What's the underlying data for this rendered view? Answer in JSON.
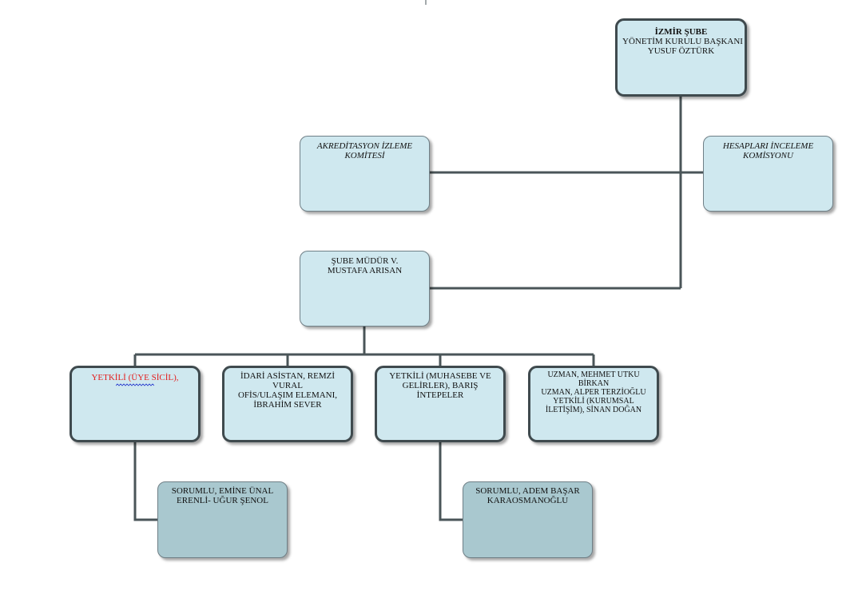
{
  "boxes": {
    "top": {
      "line1": "İZMİR ŞUBE",
      "line2": "YÖNETİM KURULU BAŞKANI",
      "line3": "YUSUF ÖZTÜRK"
    },
    "akreditasyon": {
      "line1": "AKREDİTASYON İZLEME",
      "line2": "KOMİTESİ"
    },
    "hesaplari": {
      "line1": "HESAPLARI İNCELEME",
      "line2": "KOMİSYONU"
    },
    "sube_mudur": {
      "line1": "ŞUBE MÜDÜR V.",
      "line2": "MUSTAFA ARISAN"
    },
    "uye_sicil": {
      "line1": "YETKİLİ (ÜYE SİCİL),"
    },
    "idari": {
      "line1": "İDARİ ASİSTAN, REMZİ",
      "line2": "VURAL",
      "line3": "OFİS/ULAŞIM ELEMANI,",
      "line4": "İBRAHİM SEVER"
    },
    "muhasebe": {
      "line1": "YETKİLİ (MUHASEBE VE",
      "line2": "GELİRLER), BARIŞ",
      "line3": "İNTEPELER"
    },
    "uzman": {
      "line1": "UZMAN, MEHMET UTKU",
      "line2": "BİRKAN",
      "line3": "UZMAN, ALPER TERZİOĞLU",
      "line4": "YETKİLİ (KURUMSAL",
      "line5": "İLETİŞİM), SİNAN DOĞAN"
    },
    "sorumlu_emine": {
      "line1": "SORUMLU, EMİNE ÜNAL",
      "line2": "ERENLİ- UĞUR ŞENOL"
    },
    "sorumlu_adem": {
      "line1": "SORUMLU, ADEM BAŞAR",
      "line2": "KARAOSMANOĞLU"
    }
  },
  "colors": {
    "box_fill": "#cfe8ef",
    "box_fill_grey": "#a9c8cf",
    "connector": "#4a5558",
    "accent_red": "#e31f1f",
    "squiggle_blue": "#2233cc"
  }
}
